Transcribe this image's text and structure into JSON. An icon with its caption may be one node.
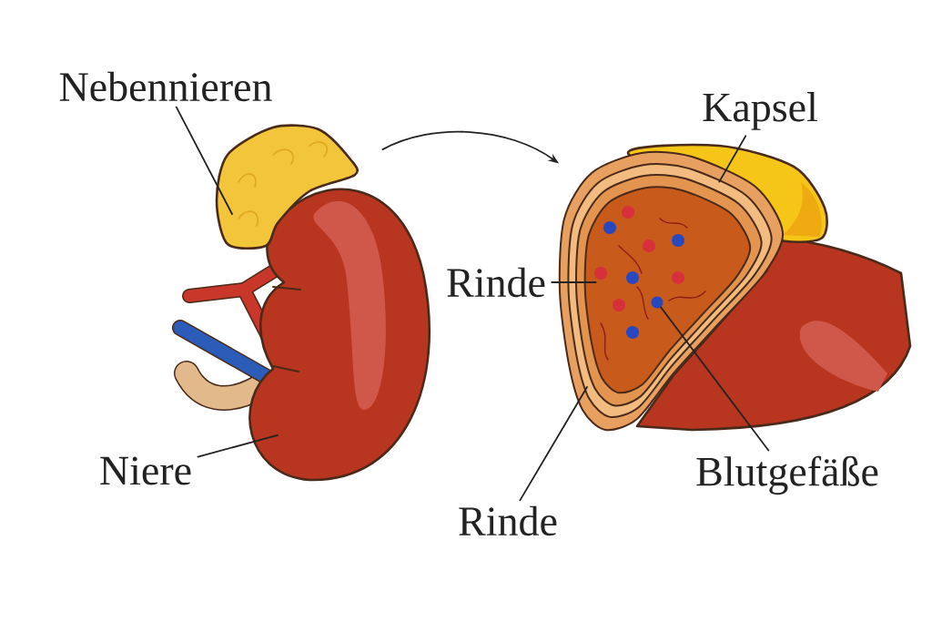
{
  "diagram": {
    "nodes": [
      {
        "text": [
          "Nebennieren"
        ]
      },
      {
        "text": [],
        "shape": "picture"
      },
      {
        "text": [],
        "shape": "picture"
      },
      {
        "text": [
          "Niere"
        ]
      },
      {
        "text": [],
        "shape": "picture"
      },
      {
        "text": [
          "Kapsel"
        ]
      },
      {
        "text": [],
        "shape": "picture"
      },
      {
        "text": [
          "Rinde"
        ]
      },
      {
        "text": [],
        "shape": "picture",
        "in": 4
      },
      {
        "text": [
          "Blutgefäße"
        ]
      },
      {
        "text": [],
        "shape": "circle",
        "in": 8
      },
      {
        "text": [
          "Rinde"
        ]
      }
    ],
    "edges": [
      {
        "from": 0,
        "to": 1,
        "arrow": "none"
      },
      {
        "from": 3,
        "to": 2,
        "arrow": "none"
      },
      {
        "from": 1,
        "to": 4,
        "arrow": "to"
      },
      {
        "from": 5,
        "to": 6,
        "arrow": "none"
      },
      {
        "from": 7,
        "to": 8,
        "arrow": "none"
      },
      {
        "from": 9,
        "to": 10,
        "arrow": "none"
      },
      {
        "from": 11,
        "to": 4,
        "arrow": "none"
      }
    ]
  }
}
